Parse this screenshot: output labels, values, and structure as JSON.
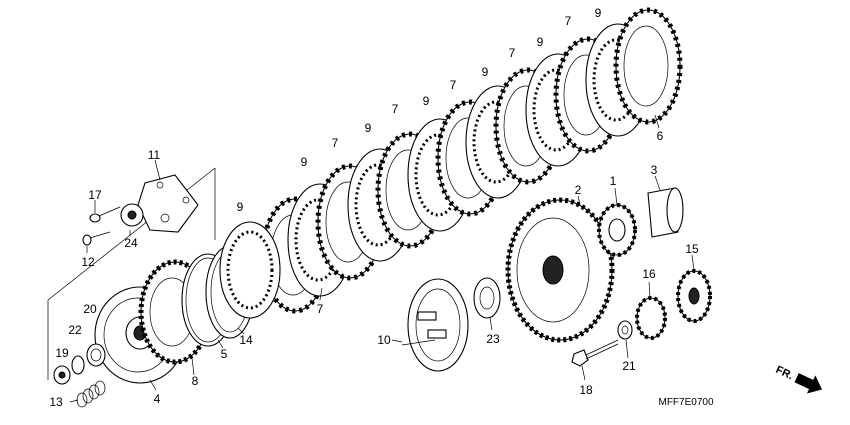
{
  "diagram_code": "MFF7E0700",
  "direction_label": "FR.",
  "callouts": {
    "c1": "1",
    "c2": "2",
    "c3": "3",
    "c4": "4",
    "c5": "5",
    "c6": "6",
    "c7": "7",
    "c8": "8",
    "c9": "9",
    "c10": "10",
    "c11": "11",
    "c12": "12",
    "c13": "13",
    "c14": "14",
    "c15": "15",
    "c16": "16",
    "c17": "17",
    "c18": "18",
    "c19": "19",
    "c20": "20",
    "c21": "21",
    "c22": "22",
    "c23": "23",
    "c24": "24"
  }
}
